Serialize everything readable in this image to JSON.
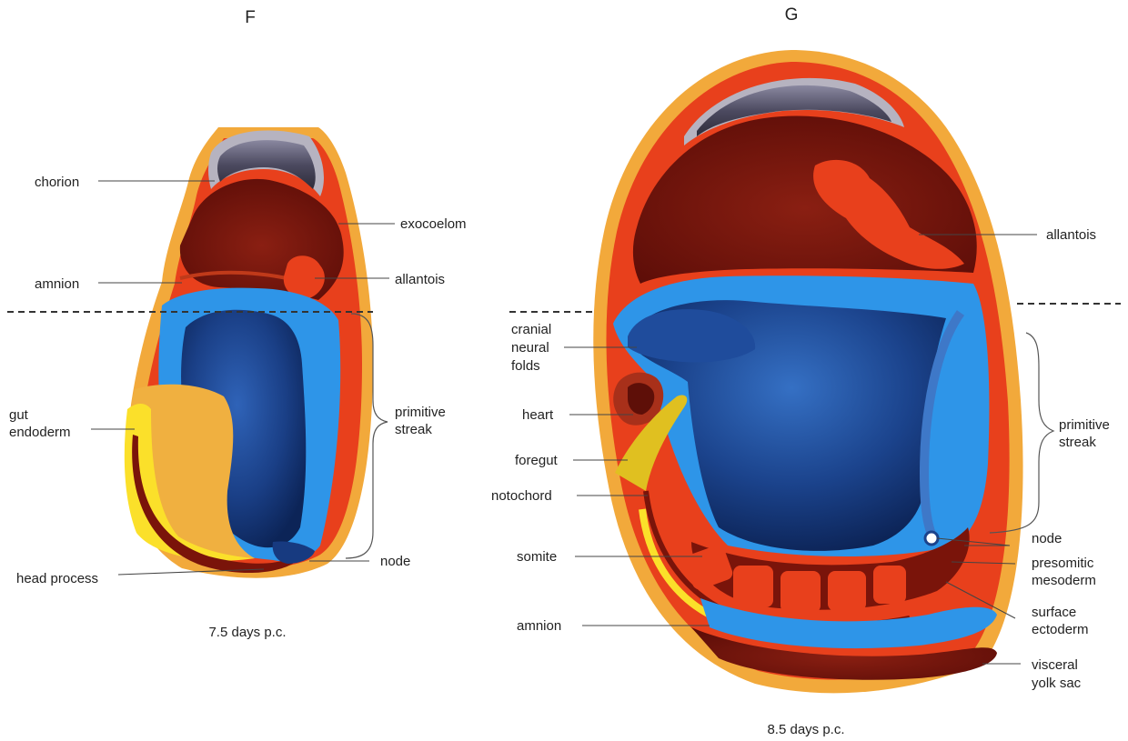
{
  "panels": [
    {
      "letter": "F",
      "caption": "7.5 days p.c.",
      "labels": {
        "chorion": "chorion",
        "exocoelom": "exocoelom",
        "amnion": "amnion",
        "allantois": "allantois",
        "gut_endoderm_1": "gut",
        "gut_endoderm_2": "endoderm",
        "primitive_streak_1": "primitive",
        "primitive_streak_2": "streak",
        "head_process": "head process",
        "node": "node"
      }
    },
    {
      "letter": "G",
      "caption": "8.5 days p.c.",
      "labels": {
        "allantois": "allantois",
        "cranial_neural_folds_1": "cranial",
        "cranial_neural_folds_2": "neural",
        "cranial_neural_folds_3": "folds",
        "heart": "heart",
        "foregut": "foregut",
        "notochord": "notochord",
        "primitive_streak_1": "primitive",
        "primitive_streak_2": "streak",
        "node": "node",
        "presomitic_mesoderm_1": "presomitic",
        "presomitic_mesoderm_2": "mesoderm",
        "somite": "somite",
        "surface_ectoderm_1": "surface",
        "surface_ectoderm_2": "ectoderm",
        "amnion": "amnion",
        "visceral_yolk_sac_1": "visceral",
        "visceral_yolk_sac_2": "yolk sac"
      }
    }
  ]
}
